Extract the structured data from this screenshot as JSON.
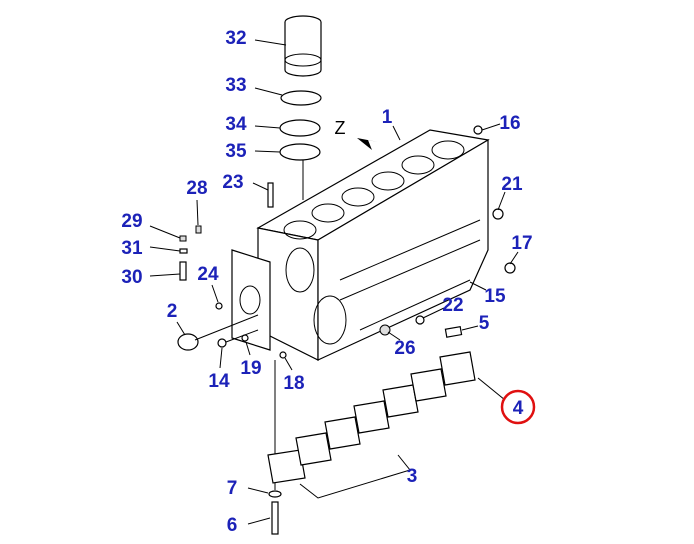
{
  "diagram": {
    "view_marker": "Z",
    "highlight_color": "#e01010",
    "label_color": "#1c22b8",
    "callouts": [
      {
        "id": "32",
        "label": "32"
      },
      {
        "id": "33",
        "label": "33"
      },
      {
        "id": "34",
        "label": "34"
      },
      {
        "id": "35",
        "label": "35"
      },
      {
        "id": "1",
        "label": "1"
      },
      {
        "id": "16",
        "label": "16"
      },
      {
        "id": "21",
        "label": "21"
      },
      {
        "id": "17",
        "label": "17"
      },
      {
        "id": "15",
        "label": "15"
      },
      {
        "id": "22",
        "label": "22"
      },
      {
        "id": "5",
        "label": "5"
      },
      {
        "id": "26",
        "label": "26"
      },
      {
        "id": "4",
        "label": "4",
        "highlighted": true
      },
      {
        "id": "3",
        "label": "3"
      },
      {
        "id": "7",
        "label": "7"
      },
      {
        "id": "6",
        "label": "6"
      },
      {
        "id": "14",
        "label": "14"
      },
      {
        "id": "19",
        "label": "19"
      },
      {
        "id": "18",
        "label": "18"
      },
      {
        "id": "2",
        "label": "2"
      },
      {
        "id": "24",
        "label": "24"
      },
      {
        "id": "30",
        "label": "30"
      },
      {
        "id": "31",
        "label": "31"
      },
      {
        "id": "29",
        "label": "29"
      },
      {
        "id": "28",
        "label": "28"
      },
      {
        "id": "23",
        "label": "23"
      }
    ]
  }
}
